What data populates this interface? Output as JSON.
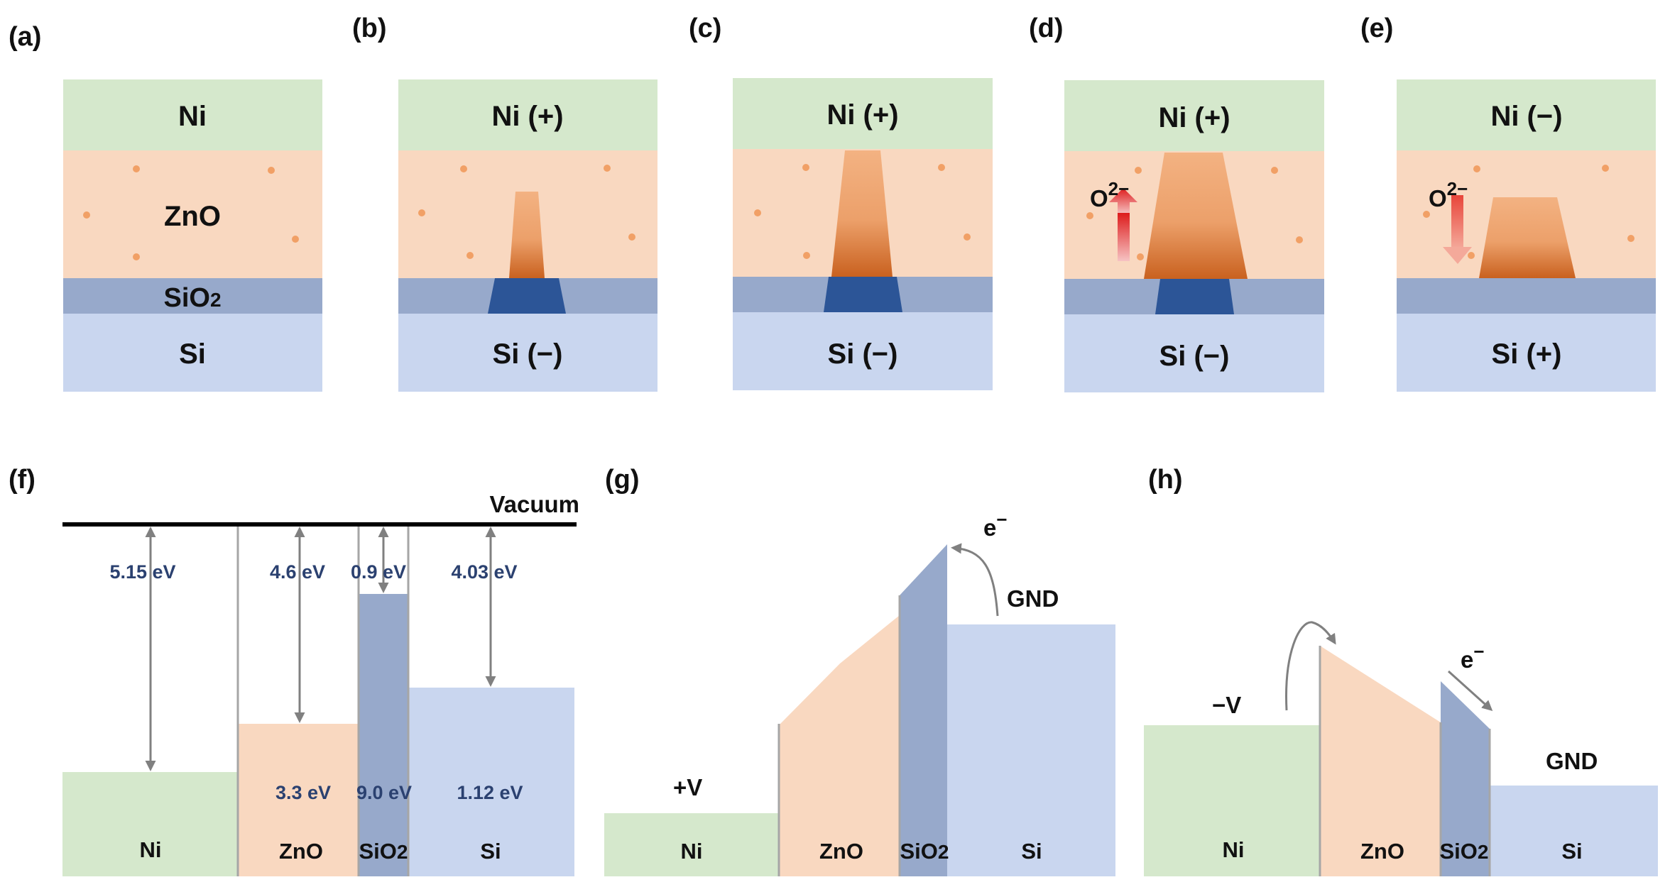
{
  "colors": {
    "ni": "#d5e8cc",
    "zno": "#f9d8c0",
    "sio2": "#97a9cb",
    "si": "#c9d6ef",
    "filament_top": "#f3b282",
    "filament_bottom": "#c9611f",
    "sio2_filament": "#2c5597",
    "vacancy": "#f1a066",
    "arrow_up": "#dd1b1b",
    "arrow_down": "#ea6a5d",
    "gap_text": "#2b4170",
    "arrow_gray": "#808080"
  },
  "top_panels": {
    "a": {
      "label": "(a)",
      "top": "Ni",
      "middle": "ZnO",
      "oxide": "SiO",
      "oxide_sub": "2",
      "bottom": "Si"
    },
    "b": {
      "label": "(b)",
      "top": "Ni (+)",
      "bottom": "Si (−)"
    },
    "c": {
      "label": "(c)",
      "top": "Ni (+)",
      "bottom": "Si (−)"
    },
    "d": {
      "label": "(d)",
      "top": "Ni (+)",
      "bottom": "Si (−)",
      "ion": "O",
      "ion_sup": "2−"
    },
    "e": {
      "label": "(e)",
      "top": "Ni (−)",
      "bottom": "Si (+)",
      "ion": "O",
      "ion_sup": "2−"
    }
  },
  "band_f": {
    "label": "(f)",
    "vacuum": "Vacuum",
    "work_ni": "5.15 eV",
    "affinity_zno": "4.6 eV",
    "affinity_sio2": "0.9 eV",
    "affinity_si": "4.03 eV",
    "gap_zno": "3.3 eV",
    "gap_sio2": "9.0 eV",
    "gap_si": "1.12 eV",
    "ni": "Ni",
    "zno": "ZnO",
    "sio2": "SiO",
    "sio2_sub": "2",
    "si": "Si"
  },
  "band_g": {
    "label": "(g)",
    "bias": "+V",
    "gnd": "GND",
    "electron": "e",
    "electron_sup": "−",
    "ni": "Ni",
    "zno": "ZnO",
    "sio2": "SiO",
    "sio2_sub": "2",
    "si": "Si"
  },
  "band_h": {
    "label": "(h)",
    "bias": "−V",
    "gnd": "GND",
    "electron": "e",
    "electron_sup": "−",
    "ni": "Ni",
    "zno": "ZnO",
    "sio2": "SiO",
    "sio2_sub": "2",
    "si": "Si"
  }
}
